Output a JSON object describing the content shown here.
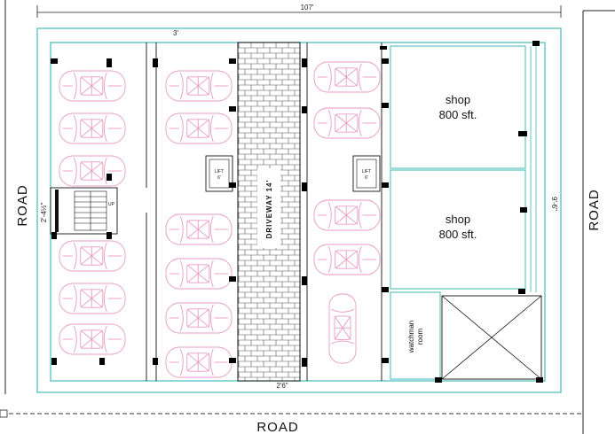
{
  "labels": {
    "road_left": "ROAD",
    "road_right": "ROAD",
    "road_bottom": "ROAD",
    "width_dim": "107'",
    "setback_dim": "3'",
    "stair_dim": "2'-4½\"",
    "driveway": "DRIVEWAY 14'",
    "shop_1_name": "shop",
    "shop_1_area": "800 sft.",
    "shop_2_name": "shop",
    "shop_2_area": "800 sft.",
    "watchman_1": "watchman",
    "watchman_2": "room",
    "lift_left": "LIFT",
    "lift_left_size": "6'",
    "lift_right": "LIFT",
    "lift_right_size": "6'",
    "right_dim": "9'-6\"",
    "bottom_dim": "2'6\""
  },
  "colors": {
    "wall": "#5fc4c4",
    "car": "#e89ac4",
    "column": "#000000",
    "line": "#111111"
  }
}
